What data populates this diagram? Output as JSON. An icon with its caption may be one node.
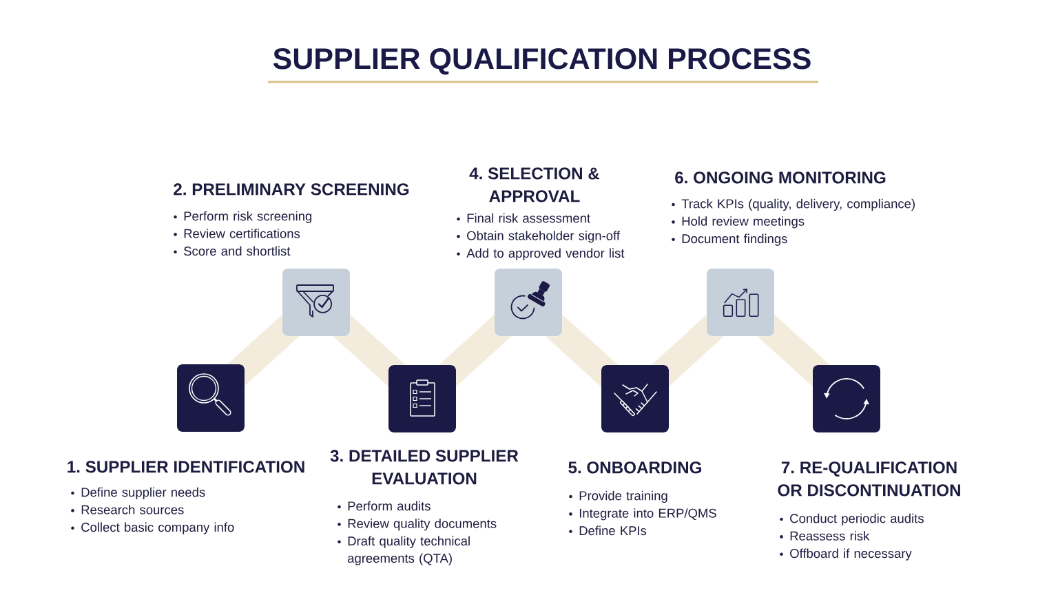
{
  "diagram": {
    "title": "SUPPLIER QUALIFICATION PROCESS",
    "nodes": [
      {
        "text": [
          "1. SUPPLIER IDENTIFICATION",
          "Define supplier needs",
          "Research sources",
          "Collect basic company info"
        ]
      },
      {
        "text": [
          "2. PRELIMINARY SCREENING",
          "Perform risk screening",
          "Review certifications",
          "Score and shortlist"
        ]
      },
      {
        "text": [
          "3. DETAILED SUPPLIER EVALUATION",
          "Perform audits",
          "Review quality documents",
          "Draft quality technical agreements (QTA)"
        ]
      },
      {
        "text": [
          "4. SELECTION & APPROVAL",
          "Final risk assessment",
          "Obtain stakeholder sign-off",
          "Add to approved vendor list"
        ]
      },
      {
        "text": [
          "5. ONBOARDING",
          "Provide training",
          "Integrate into ERP/QMS",
          "Define KPIs"
        ]
      },
      {
        "text": [
          "6. ONGOING MONITORING",
          "Track KPIs (quality, delivery, compliance)",
          "Hold review meetings",
          "Document findings"
        ]
      },
      {
        "text": [
          "7. RE-QUALIFICATION OR DISCONTINUATION",
          "Conduct periodic audits",
          "Reassess risk",
          "Offboard if necessary"
        ]
      }
    ],
    "edges": [
      {
        "from": 0,
        "to": 1,
        "arrow": "none"
      },
      {
        "from": 1,
        "to": 2,
        "arrow": "none"
      },
      {
        "from": 2,
        "to": 3,
        "arrow": "none"
      },
      {
        "from": 3,
        "to": 4,
        "arrow": "none"
      },
      {
        "from": 4,
        "to": 5,
        "arrow": "none"
      },
      {
        "from": 5,
        "to": 6,
        "arrow": "none"
      }
    ]
  }
}
